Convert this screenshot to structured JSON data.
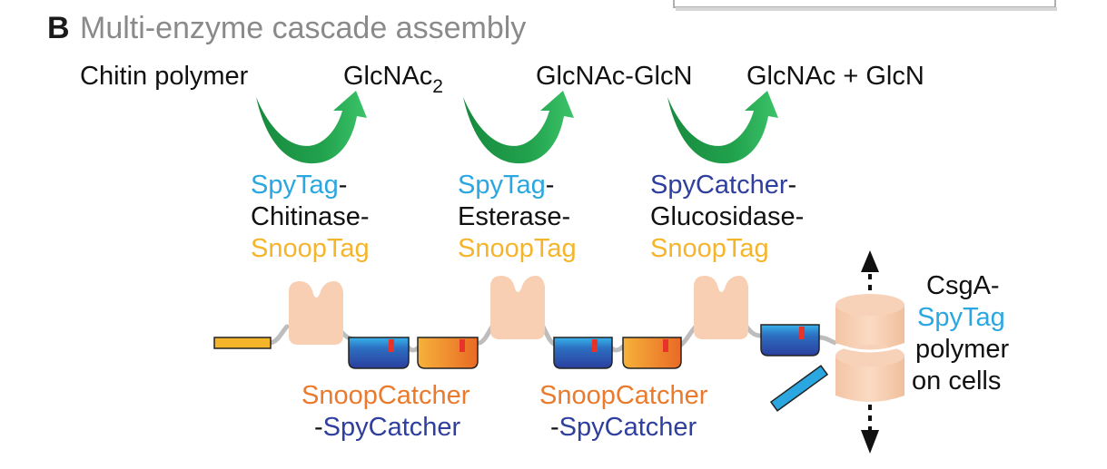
{
  "panel": {
    "letter": "B",
    "title": "Multi-enzyme cascade assembly"
  },
  "substrates": {
    "s1": "Chitin polymer",
    "s2_main": "GlcNAc",
    "s2_sub": "2",
    "s3": "GlcNAc-GlcN",
    "s4": "GlcNAc + GlcN"
  },
  "enzymes": [
    {
      "tag_n": "SpyTag",
      "dash": "-",
      "name": "Chitinase-",
      "tag_c": "SnoopTag"
    },
    {
      "tag_n": "SpyTag",
      "dash": "-",
      "name": "Esterase-",
      "tag_c": "SnoopTag"
    },
    {
      "tag_n": "SpyCatcher",
      "dash": "-",
      "name": "Glucosidase-",
      "tag_c": "SnoopTag"
    }
  ],
  "linkers": [
    {
      "line1": "SnoopCatcher",
      "line2_dash": "-",
      "line2": "SpyCatcher"
    },
    {
      "line1": "SnoopCatcher",
      "line2_dash": "-",
      "line2": "SpyCatcher"
    }
  ],
  "csga": {
    "line1": "CsgA-",
    "line2": "SpyTag",
    "line3": "polymer",
    "line4": "on cells"
  },
  "colors": {
    "spytag": "#2aa7e0",
    "spycatcher": "#2f3f9e",
    "snooptag": "#f5b52a",
    "snoopcatcher": "#ea7a2c",
    "enzyme": "#f8cfb2",
    "arrow": "#1f9a4a"
  }
}
